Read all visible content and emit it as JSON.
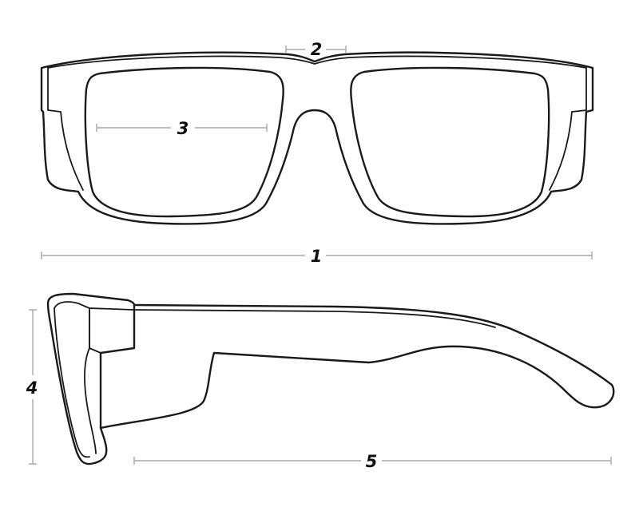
{
  "diagram": {
    "line_color": "#1a1a1a",
    "dimension_color": "#a8a8a8",
    "label_color": "#111111",
    "dimensions": [
      {
        "id": "1",
        "label": "1"
      },
      {
        "id": "2",
        "label": "2"
      },
      {
        "id": "3",
        "label": "3"
      },
      {
        "id": "4",
        "label": "4"
      },
      {
        "id": "5",
        "label": "5"
      }
    ]
  }
}
